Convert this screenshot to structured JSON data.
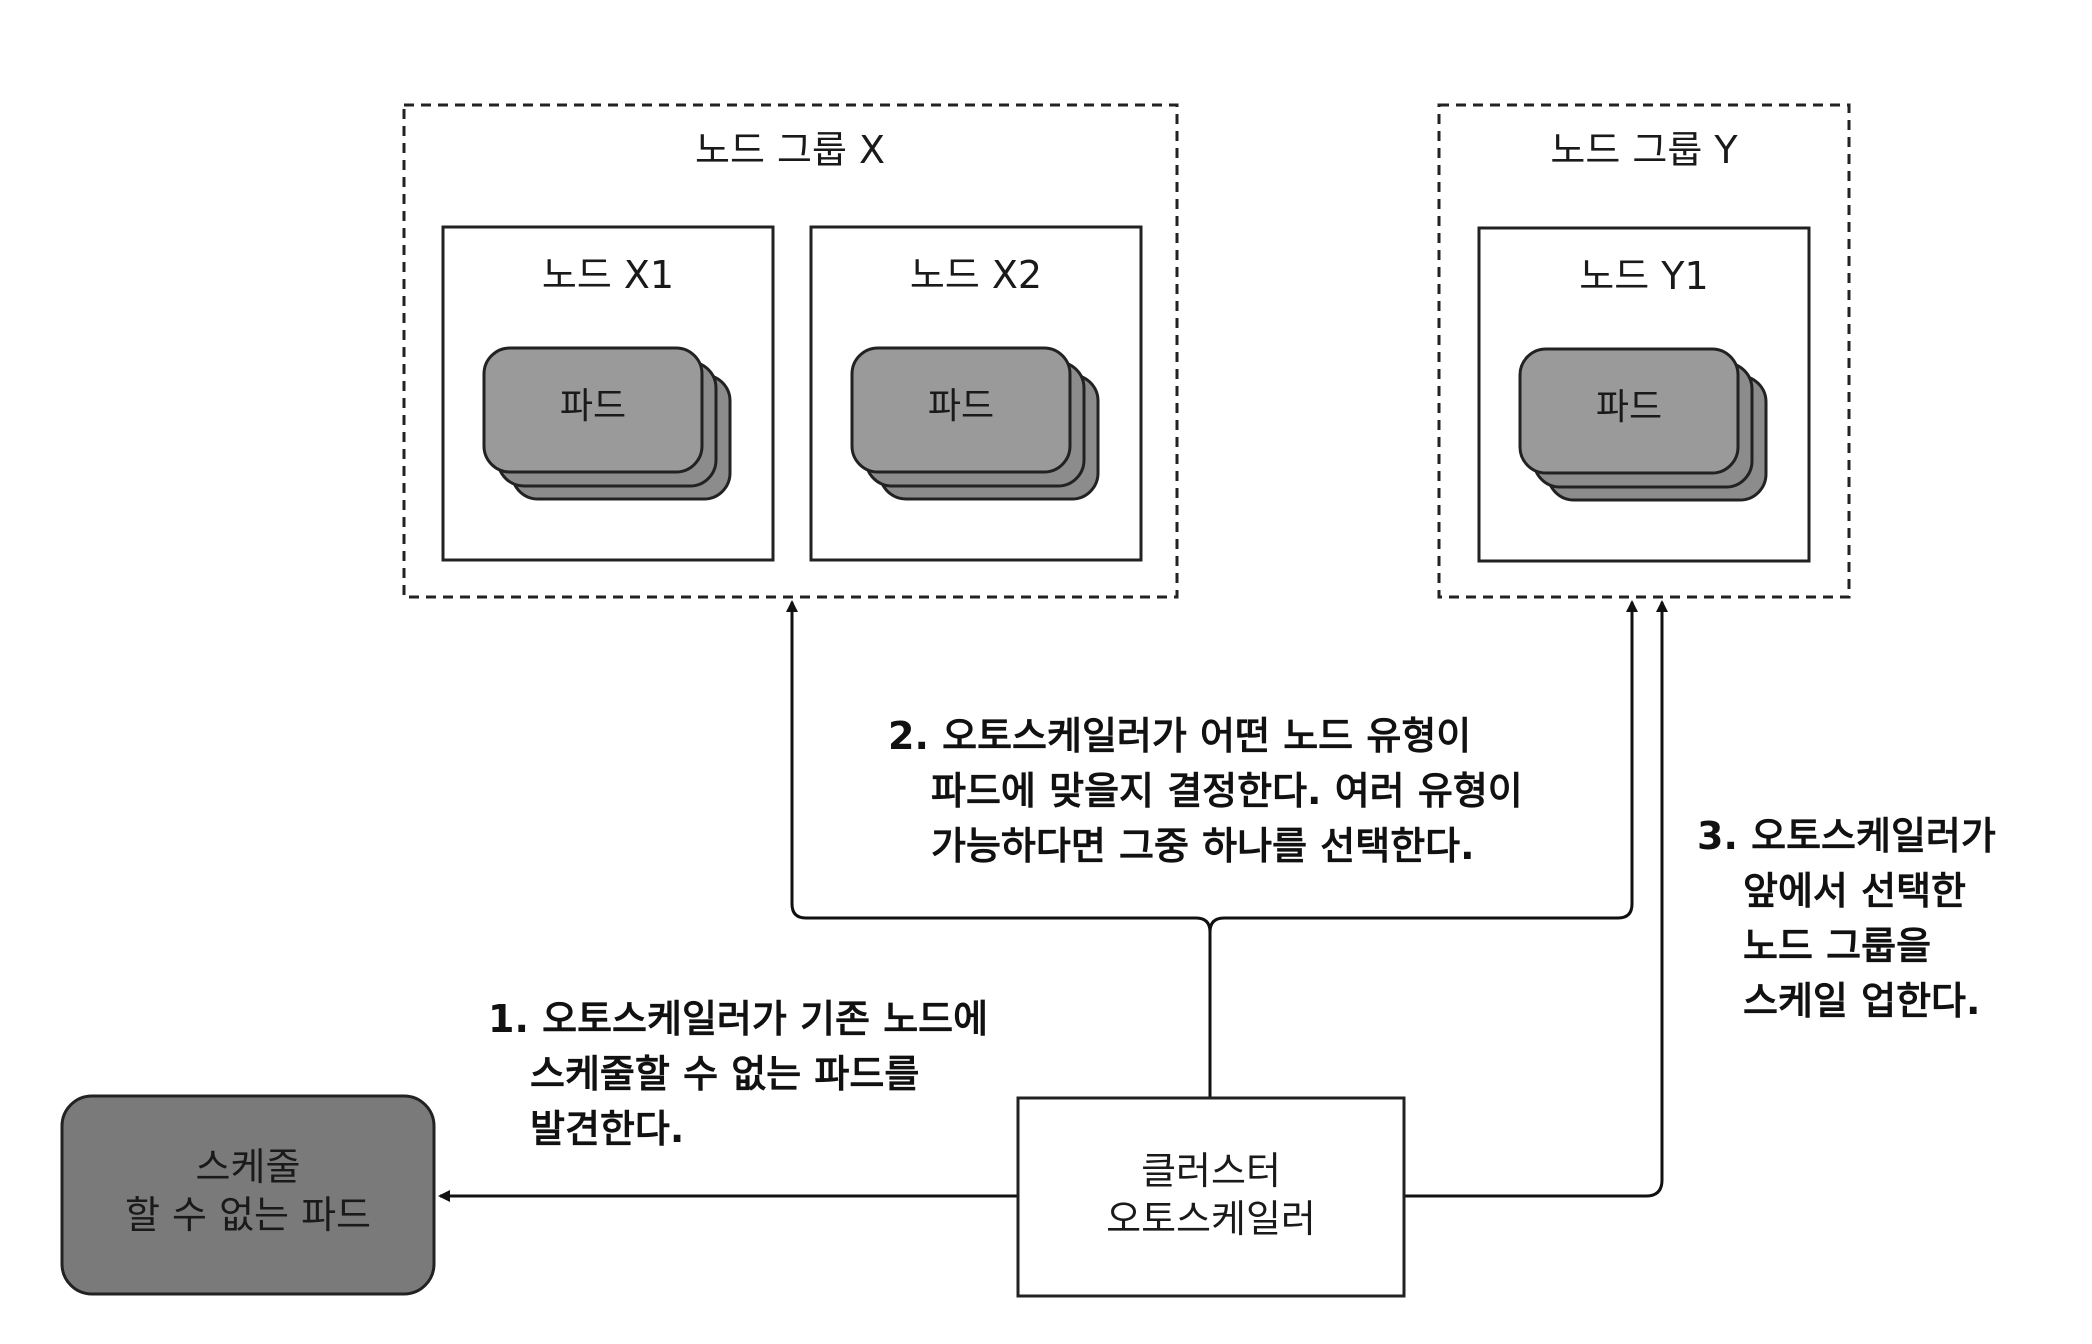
{
  "groups": [
    {
      "title": "노드 그룹 X",
      "nodes": [
        {
          "title": "노드 X1",
          "pod": "파드"
        },
        {
          "title": "노드 X2",
          "pod": "파드"
        }
      ]
    },
    {
      "title": "노드 그룹 Y",
      "nodes": [
        {
          "title": "노드 Y1",
          "pod": "파드"
        }
      ]
    }
  ],
  "autoscaler": {
    "line1": "클러스터",
    "line2": "오토스케일러"
  },
  "unschedulable": {
    "line1": "스케줄",
    "line2": "할 수 없는 파드"
  },
  "steps": {
    "step1": [
      "1. 오토스케일러가 기존 노드에",
      "스케줄할 수 없는 파드를",
      "발견한다."
    ],
    "step2": [
      "2. 오토스케일러가 어떤 노드 유형이",
      "파드에 맞을지 결정한다. 여러 유형이",
      "가능하다면 그중 하나를 선택한다."
    ],
    "step3": [
      "3. 오토스케일러가",
      "앞에서 선택한",
      "노드 그룹을",
      "스케일 업한다."
    ]
  }
}
